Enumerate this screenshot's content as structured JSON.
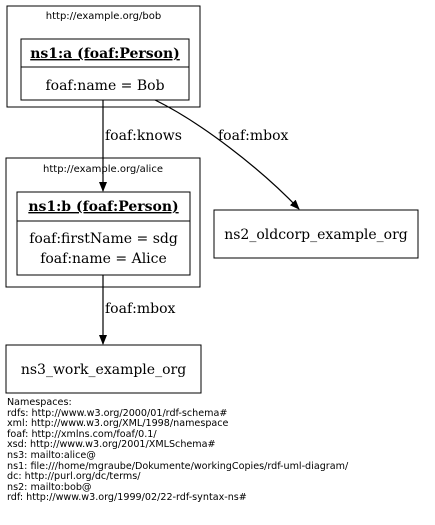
{
  "graphs": {
    "bob": {
      "label": "http://example.org/bob",
      "node": {
        "title": "ns1:a (foaf:Person)",
        "properties": [
          "foaf:name = Bob"
        ]
      }
    },
    "alice": {
      "label": "http://example.org/alice",
      "node": {
        "title": "ns1:b (foaf:Person)",
        "properties": [
          "foaf:firstName = sdg",
          "foaf:name = Alice"
        ]
      }
    }
  },
  "nodes": {
    "oldcorp": "ns2_oldcorp_example_org",
    "work": "ns3_work_example_org"
  },
  "edges": {
    "knows": "foaf:knows",
    "bob_mbox": "foaf:mbox",
    "alice_mbox": "foaf:mbox"
  },
  "namespaces": {
    "heading": "Namespaces:",
    "lines": [
      "rdfs: http://www.w3.org/2000/01/rdf-schema#",
      "xml: http://www.w3.org/XML/1998/namespace",
      "foaf: http://xmlns.com/foaf/0.1/",
      "xsd: http://www.w3.org/2001/XMLSchema#",
      "ns3: mailto:alice@",
      "ns1: file:///home/mgraube/Dokumente/workingCopies/rdf-uml-diagram/",
      "dc: http://purl.org/dc/terms/",
      "ns2: mailto:bob@",
      "rdf: http://www.w3.org/1999/02/22-rdf-syntax-ns#"
    ]
  }
}
